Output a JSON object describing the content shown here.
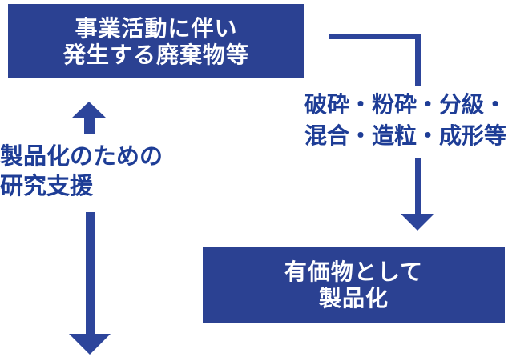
{
  "colors": {
    "box_background": "#2b4192",
    "arrow": "#2d459b",
    "label_text": "#1e3d96",
    "box_text": "#ffffff",
    "page_background": "#ffffff"
  },
  "diagram": {
    "top_box": {
      "line1": "事業活動に伴い",
      "line2": "発生する廃棄物等"
    },
    "process_label": {
      "line1": "破砕・粉砕・分級・",
      "line2": "混合・造粒・成形等"
    },
    "bottom_box": {
      "line1": "有価物として",
      "line2": "製品化"
    },
    "support_label": {
      "line1": "製品化のための",
      "line2": "研究支援"
    },
    "icons": {
      "connector_arrow": "down-arrowhead-icon",
      "support_up_arrow": "up-arrow-icon",
      "support_down_arrow": "long-down-arrow-icon"
    }
  }
}
